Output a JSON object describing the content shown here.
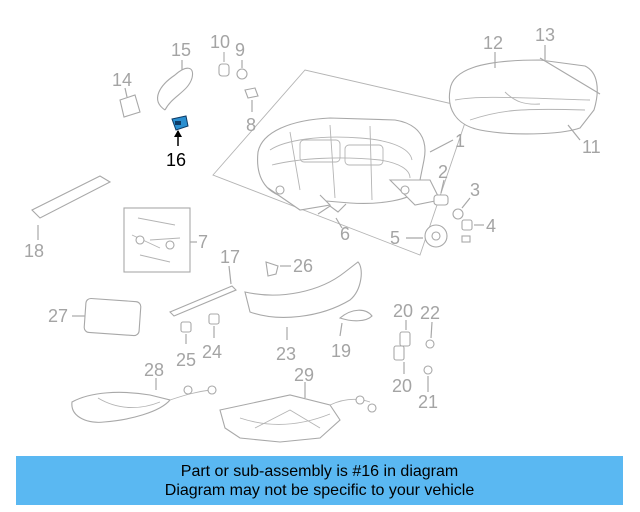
{
  "labels": {
    "l1": "1",
    "l2": "2",
    "l3": "3",
    "l4": "4",
    "l5": "5",
    "l6": "6",
    "l7": "7",
    "l8": "8",
    "l9": "9",
    "l10": "10",
    "l11": "11",
    "l12": "12",
    "l13": "13",
    "l14": "14",
    "l15": "15",
    "l16": "16",
    "l17": "17",
    "l18": "18",
    "l19": "19",
    "l20a": "20",
    "l20b": "20",
    "l21": "21",
    "l22": "22",
    "l23": "23",
    "l24": "24",
    "l25": "25",
    "l26": "26",
    "l27": "27",
    "l28": "28",
    "l29": "29"
  },
  "highlighted_part": "16",
  "banner": {
    "line1": "Part or sub-assembly is #16 in diagram",
    "line2": "Diagram may not be specific to your vehicle"
  },
  "colors": {
    "banner_bg": "#5ab8f2",
    "label_gray": "#a4a4a4",
    "highlight_part": "#2a8fd0",
    "highlight_label": "#000000"
  }
}
